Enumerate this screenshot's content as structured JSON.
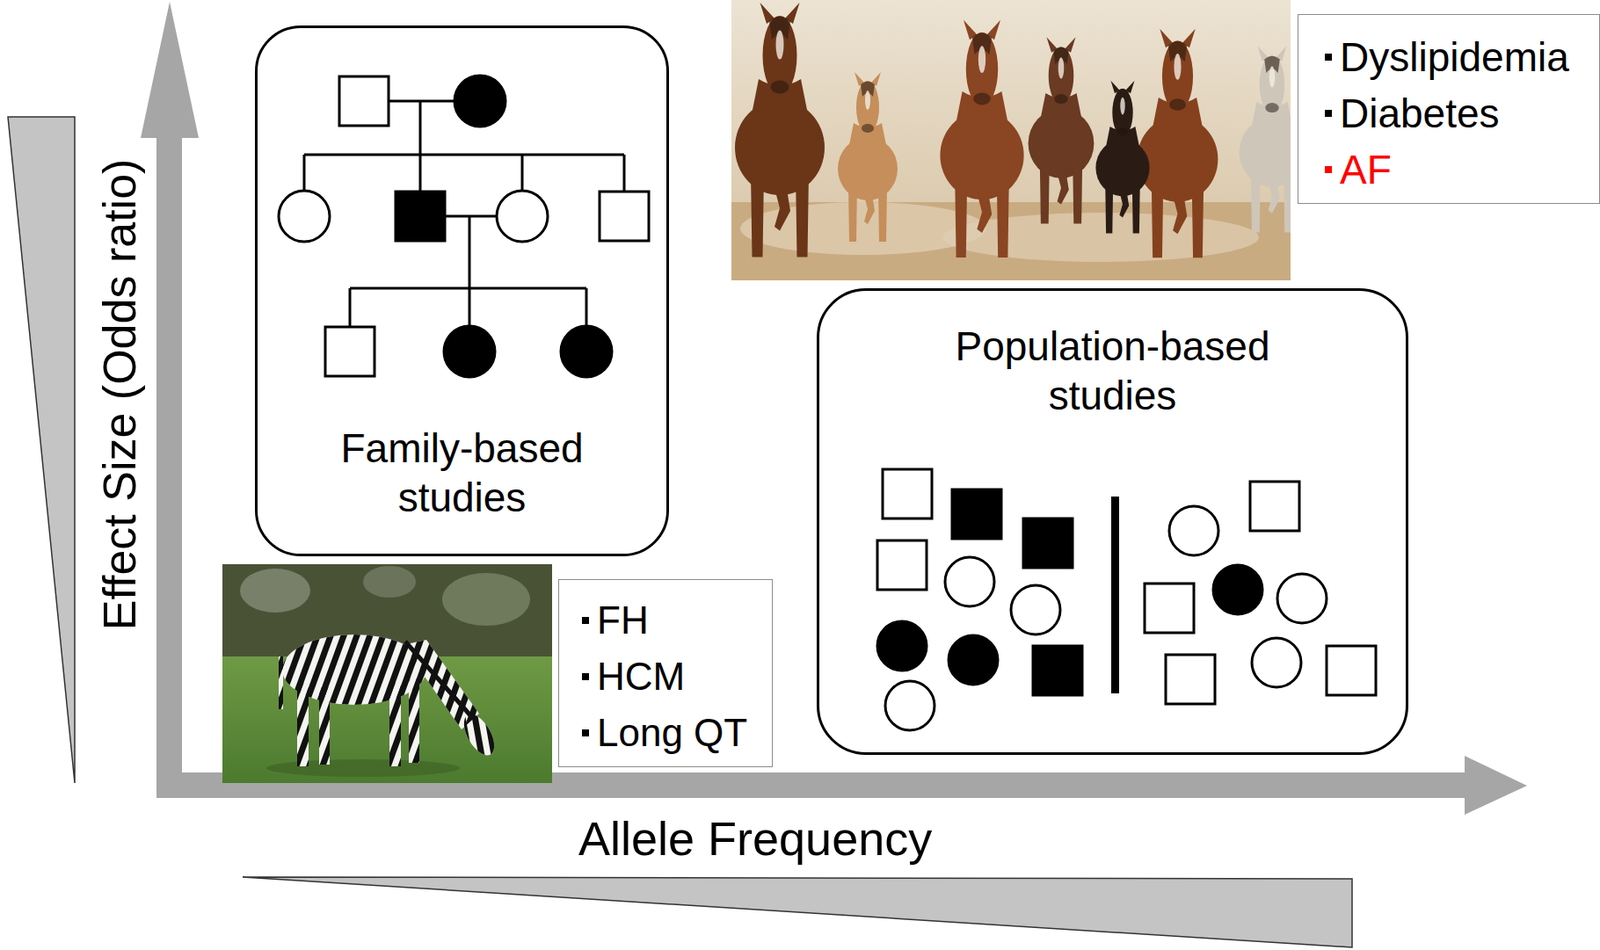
{
  "diagram": {
    "nodes": [
      {
        "text": [
          "Family-based studies"
        ]
      },
      {
        "text": [
          "Dyslipidemia",
          "Diabetes",
          "AF"
        ]
      },
      {
        "text": [
          "Population-based studies"
        ]
      },
      {
        "text": [
          "FH",
          "HCM",
          "Long QT"
        ]
      }
    ],
    "labels": [
      "Effect Size (Odds ratio)",
      "Allele Frequency"
    ]
  }
}
